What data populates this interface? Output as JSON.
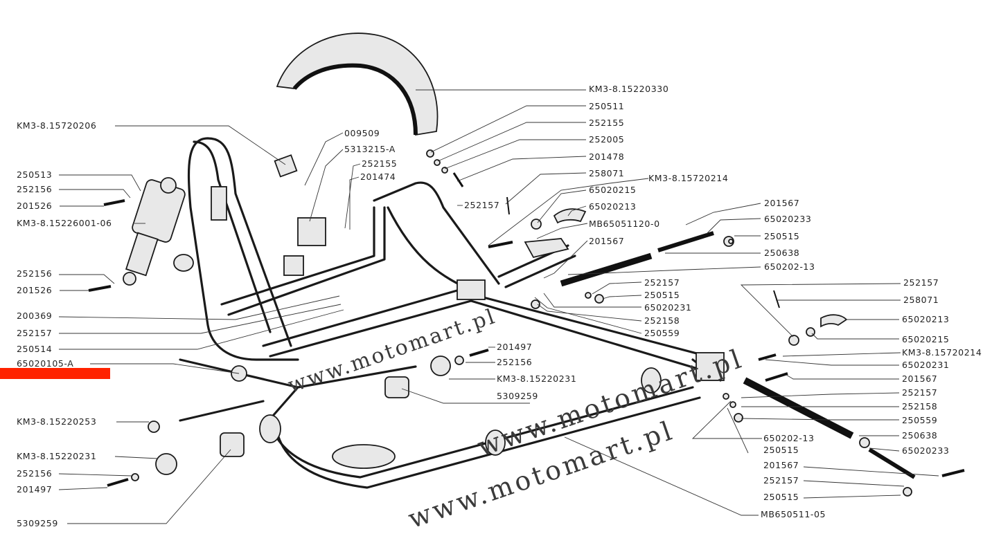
{
  "diagram": {
    "labels_left": [
      {
        "text": "KM3-8.15720206"
      },
      {
        "text": "250513"
      },
      {
        "text": "252156"
      },
      {
        "text": "201526"
      },
      {
        "text": "KM3-8.15226001-06"
      },
      {
        "text": "252156"
      },
      {
        "text": "201526"
      },
      {
        "text": "200369"
      },
      {
        "text": "252157"
      },
      {
        "text": "250514"
      },
      {
        "text": "65020105-A"
      },
      {
        "text": "KM3-8.15220253"
      },
      {
        "text": "KM3-8.15220231"
      },
      {
        "text": "252156"
      },
      {
        "text": "201497"
      },
      {
        "text": "5309259"
      }
    ],
    "labels_center": [
      {
        "text": "009509"
      },
      {
        "text": "5313215-A"
      },
      {
        "text": "252155"
      },
      {
        "text": "201474"
      },
      {
        "text": "252157"
      },
      {
        "text": "201497"
      },
      {
        "text": "252156"
      },
      {
        "text": "KM3-8.15220231"
      },
      {
        "text": "5309259"
      }
    ],
    "labels_upper_right": [
      {
        "text": "KM3-8.15220330"
      },
      {
        "text": "250511"
      },
      {
        "text": "252155"
      },
      {
        "text": "252005"
      },
      {
        "text": "201478"
      },
      {
        "text": "258071"
      },
      {
        "text": "KM3-8.15720214"
      },
      {
        "text": "65020215"
      },
      {
        "text": "65020213"
      },
      {
        "text": "MB65051120-0"
      },
      {
        "text": "201567"
      },
      {
        "text": "201567"
      },
      {
        "text": "65020233"
      },
      {
        "text": "250515"
      },
      {
        "text": "250638"
      },
      {
        "text": "650202-13"
      },
      {
        "text": "252157"
      },
      {
        "text": "250515"
      },
      {
        "text": "65020231"
      },
      {
        "text": "252158"
      },
      {
        "text": "250559"
      }
    ],
    "labels_lower_right": [
      {
        "text": "252157"
      },
      {
        "text": "258071"
      },
      {
        "text": "65020213"
      },
      {
        "text": "65020215"
      },
      {
        "text": "KM3-8.15720214"
      },
      {
        "text": "65020231"
      },
      {
        "text": "201567"
      },
      {
        "text": "252157"
      },
      {
        "text": "252158"
      },
      {
        "text": "250559"
      },
      {
        "text": "650202-13"
      },
      {
        "text": "250638"
      },
      {
        "text": "250515"
      },
      {
        "text": "65020233"
      },
      {
        "text": "201567"
      },
      {
        "text": "252157"
      },
      {
        "text": "250515"
      },
      {
        "text": "MB650511-05"
      }
    ],
    "watermarks": [
      {
        "text": "www.motomart.pl"
      },
      {
        "text": "www.motomart.pl"
      },
      {
        "text": "www.motomart.pl"
      }
    ],
    "colors": {
      "marker": "#ff2200",
      "ink": "#1a1a1a"
    }
  }
}
